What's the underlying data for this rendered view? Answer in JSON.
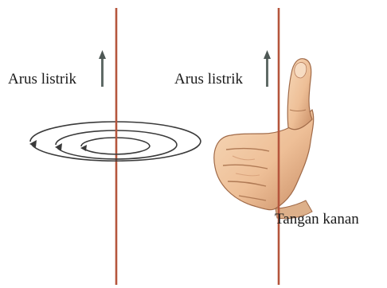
{
  "labels": {
    "current_left": "Arus listrik",
    "current_right": "Arus listrik",
    "hand": "Tangan kanan"
  },
  "colors": {
    "wire": "#b5553c",
    "field_lines": "#3a3a3a",
    "arrow": "#5f6a66",
    "skin": "#f0c9a3",
    "skin_shadow": "#c98e66",
    "skin_outline": "#a06a48"
  },
  "icons": {
    "current_arrow": "up-arrow-icon",
    "hand": "right-hand-thumb-up-icon"
  }
}
